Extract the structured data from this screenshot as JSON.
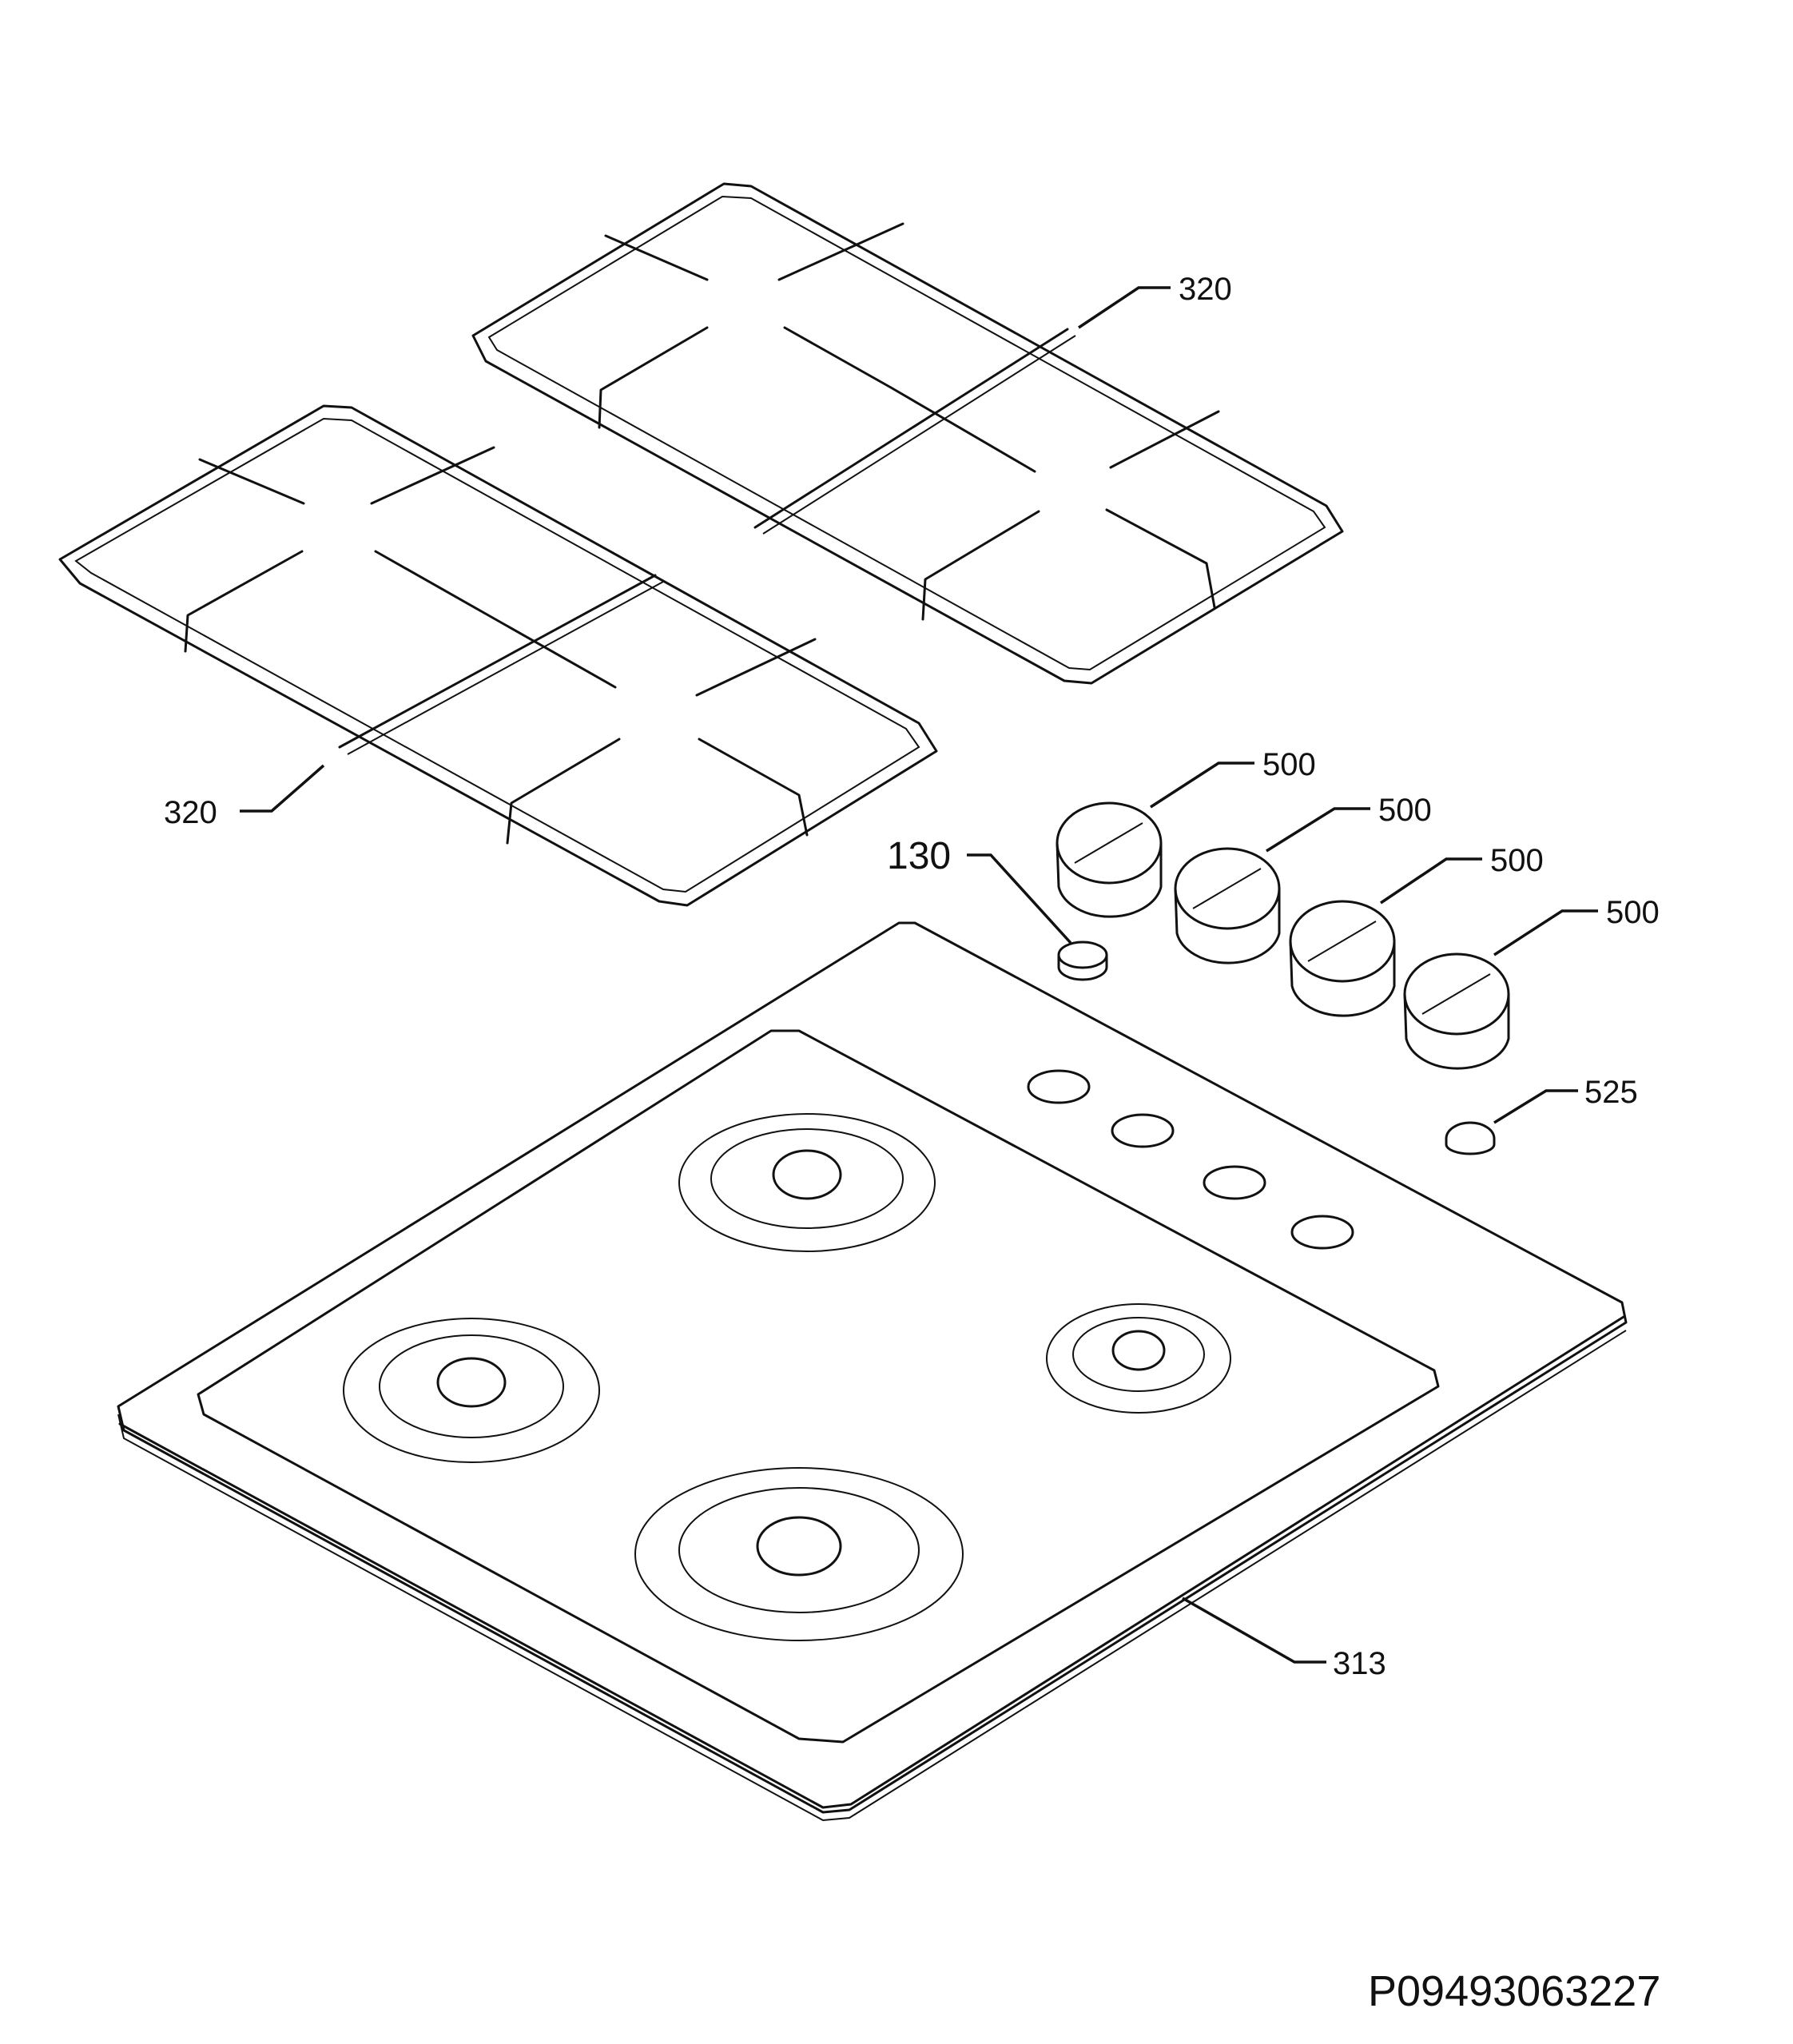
{
  "labels": {
    "grate_right": "320",
    "grate_left": "320",
    "knob_1": "500",
    "knob_2": "500",
    "knob_3": "500",
    "knob_4": "500",
    "part_130": "130",
    "part_525": "525",
    "hob_top": "313"
  },
  "document_code": "P09493063227"
}
